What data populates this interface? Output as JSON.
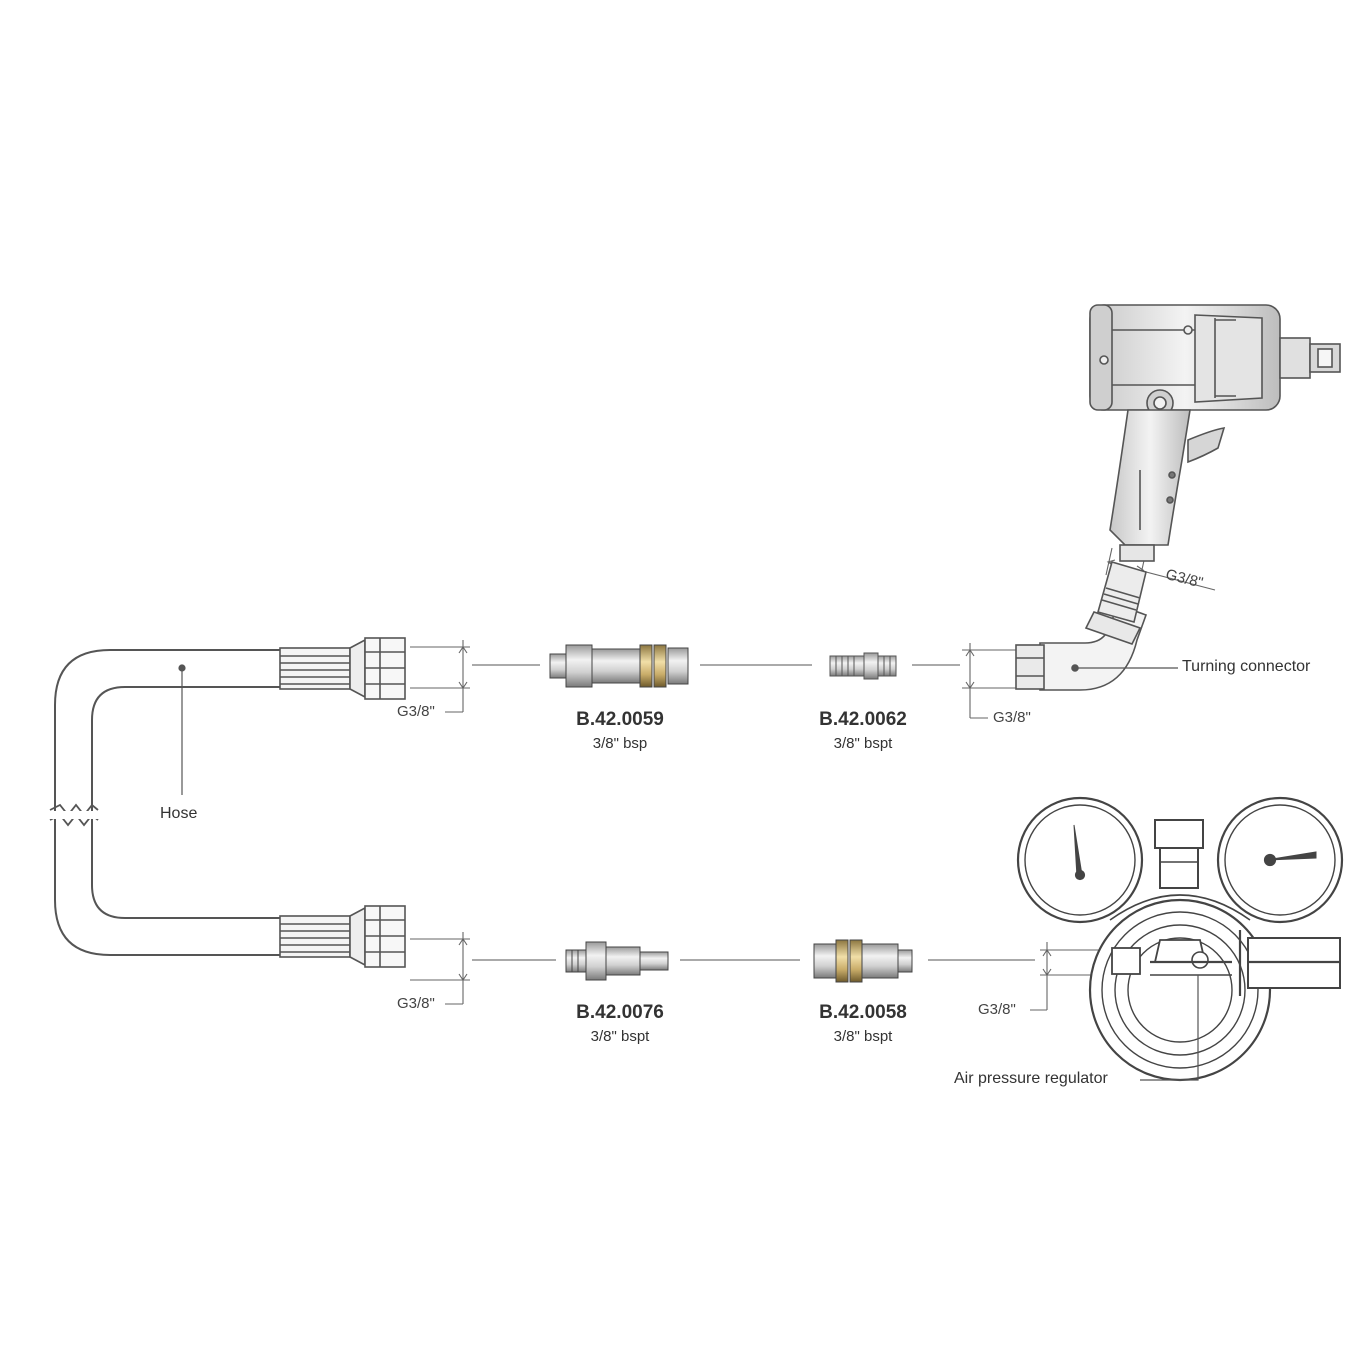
{
  "labels": {
    "hose": "Hose",
    "turning_connector": "Turning connector",
    "air_pressure_regulator": "Air pressure regulator"
  },
  "dimensions": {
    "tool_inlet": "G3/8\"",
    "hose_top_end": "G3/8\"",
    "turning_connector_end": "G3/8\"",
    "hose_bottom_end": "G3/8\"",
    "regulator_outlet": "G3/8\""
  },
  "parts": [
    {
      "code": "B.42.0059",
      "spec": "3/8\" bsp"
    },
    {
      "code": "B.42.0062",
      "spec": "3/8\" bspt"
    },
    {
      "code": "B.42.0076",
      "spec": "3/8\" bspt"
    },
    {
      "code": "B.42.0058",
      "spec": "3/8\" bspt"
    }
  ],
  "colors": {
    "line": "#555555",
    "metal_light": "#e6e6e6",
    "metal_mid": "#b8b8b8",
    "metal_dark": "#8a8a8a",
    "brass": "#c9ad6a",
    "tool_body": "#d8d8d8"
  }
}
